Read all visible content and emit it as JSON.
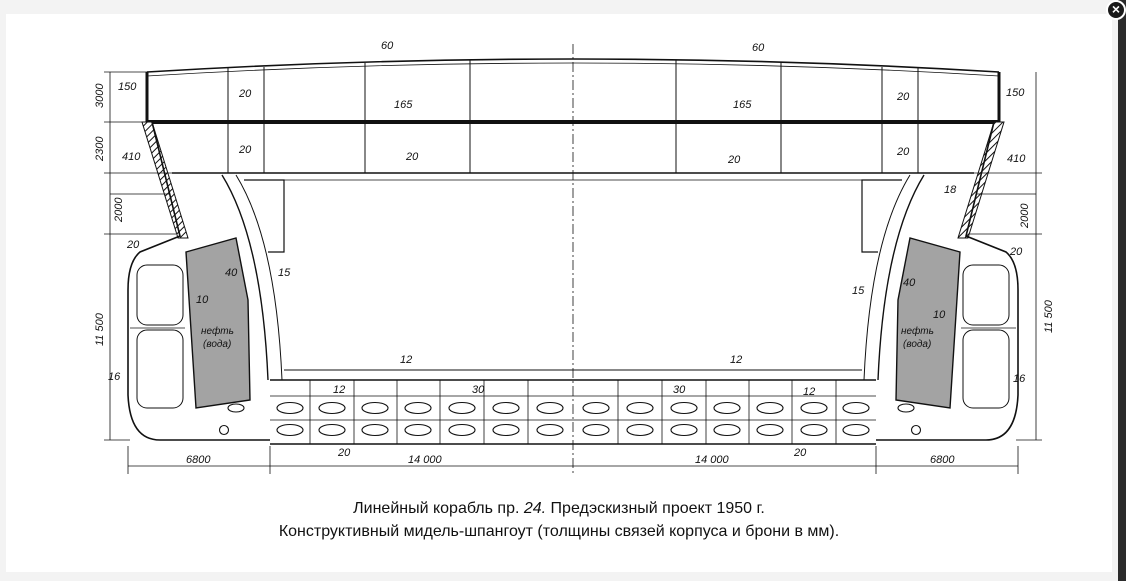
{
  "close_icon": "close-icon",
  "caption": {
    "line1_prefix": "Линейный корабль пр. ",
    "line1_num": "24.",
    "line1_suffix": " Предэскизный проект 1950 г.",
    "line2": "Конструктивный мидель-шпангоут (толщины связей корпуса и брони в мм)."
  },
  "labels": {
    "deck_top_left": "60",
    "deck_top_right": "60",
    "side_upper_left": "150",
    "side_upper_right": "150",
    "deck_main_left": "165",
    "deck_main_right": "165",
    "bulk_upper_left": "20",
    "bulk_upper_right": "20",
    "bulk_mid_left": "20",
    "bulk_mid_right": "20",
    "deck_low_left": "20",
    "deck_low_right": "20",
    "belt_left": "410",
    "belt_right": "410",
    "plate_right": "18",
    "hull_left": "20",
    "hull_right": "20",
    "tank_wall_left": "40",
    "tank_wall_right": "40",
    "tank_inner_left": "10",
    "tank_inner_right": "10",
    "tank_text_left_1": "нефть",
    "tank_text_left_2": "(вода)",
    "tank_text_right_1": "нефть",
    "tank_text_right_2": "(вода)",
    "torpedo_bulk_left": "15",
    "torpedo_bulk_right": "15",
    "inner_bottom_left": "12",
    "inner_bottom_right": "12",
    "double_bottom_left": "12",
    "double_bottom_right": "12",
    "keel_left": "30",
    "keel_right": "30",
    "bottom_left": "20",
    "bottom_right": "20",
    "bilge_left": "16",
    "bilge_right": "16"
  },
  "dimensions": {
    "h_3000": "3000",
    "h_2300": "2300",
    "h_2000_left": "2000",
    "h_2000_right": "2000",
    "h_11500_left": "11 500",
    "h_11500_right": "11 500",
    "w_6800_left": "6800",
    "w_14000_left": "14 000",
    "w_14000_right": "14 000",
    "w_6800_right": "6800"
  }
}
